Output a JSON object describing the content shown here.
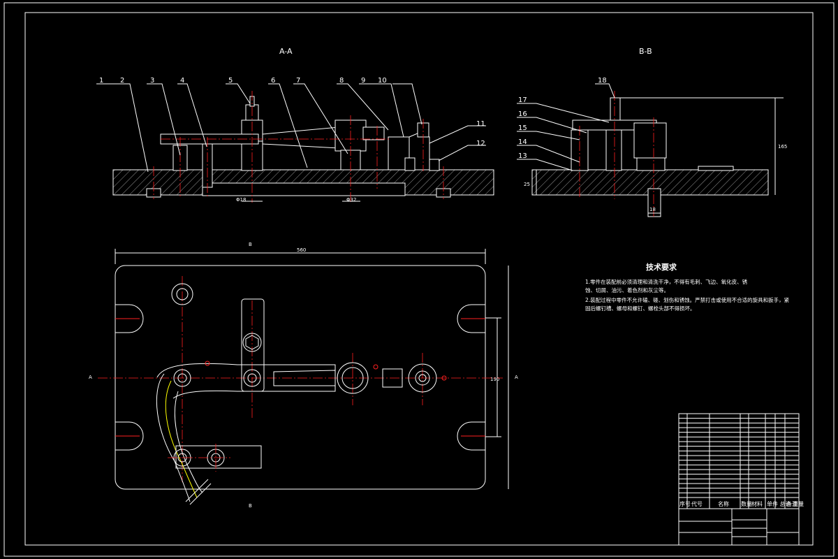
{
  "drawing": {
    "section_aa_title": "A-A",
    "section_bb_title": "B-B",
    "part_callouts_aa": [
      "1",
      "2",
      "3",
      "4",
      "5",
      "6",
      "7",
      "8",
      "9",
      "10",
      "11",
      "12"
    ],
    "part_callouts_bb": [
      "13",
      "14",
      "15",
      "16",
      "17",
      "18"
    ],
    "dims": {
      "overall_width": "560",
      "height_dim": "190",
      "bb_height": "165",
      "bb_left": "25",
      "bb_bottom": "18",
      "dia_left": "Φ18",
      "dia_mid": "Φ32"
    },
    "view_marks": {
      "a_left": "A",
      "a_right": "A",
      "b_top": "B",
      "b_bottom": "B"
    }
  },
  "requirements": {
    "title": "技术要求",
    "lines": [
      "1.零件在装配前必须清理和清洗干净，不得有毛刺、飞边、氧化皮、锈",
      "蚀、切屑、油污、着色剂和灰尘等。",
      "2.装配过程中零件不允许磕、碰、划伤和锈蚀。严禁打击或使用不合适的旋具和扳手，紧",
      "固后螺钉槽、螺母和螺钉、螺栓头部不得损坏。"
    ]
  },
  "bom": {
    "headers": [
      "序号",
      "代号",
      "名称",
      "数量",
      "材料",
      "单件 总计 重量",
      "备注"
    ]
  }
}
